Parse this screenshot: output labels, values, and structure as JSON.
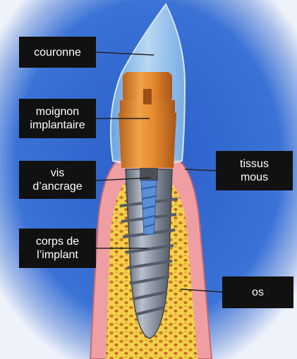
{
  "diagram": {
    "labels": {
      "couronne": "couronne",
      "moignon": "moignon\nimplantaire",
      "vis": "vis\nd’ancrage",
      "tissus": "tissus\nmous",
      "corps": "corps de\nl’implant",
      "os": "os"
    },
    "colors": {
      "background_blue": "#2a5fc8",
      "background_edge": "#e8eefa",
      "crown_translucent": "#a9d4f0",
      "abutment_orange": "#e68a2e",
      "gum_pink": "#ef9fa4",
      "bone_yellow": "#f2d24a",
      "bone_cells": "#c76a28",
      "implant_grey": "#8d95a2",
      "screw_blue": "#5b8fd6",
      "label_bg": "#111111",
      "label_text": "#ffffff"
    }
  }
}
